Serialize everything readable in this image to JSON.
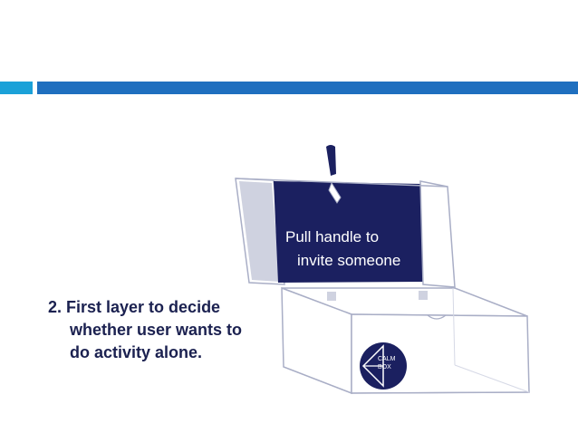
{
  "slide": {
    "accent_color": "#1ba1d8",
    "bar_color": "#1f6fbf",
    "box_fill_color": "#1b2060"
  },
  "caption": {
    "line1": "2. First layer to decide",
    "line2": "whether user wants to",
    "line3": "do activity alone."
  },
  "box": {
    "handle_text_line1": "Pull handle to",
    "handle_text_line2": "invite someone",
    "logo_line1": "CALM",
    "logo_line2": "BOX"
  }
}
